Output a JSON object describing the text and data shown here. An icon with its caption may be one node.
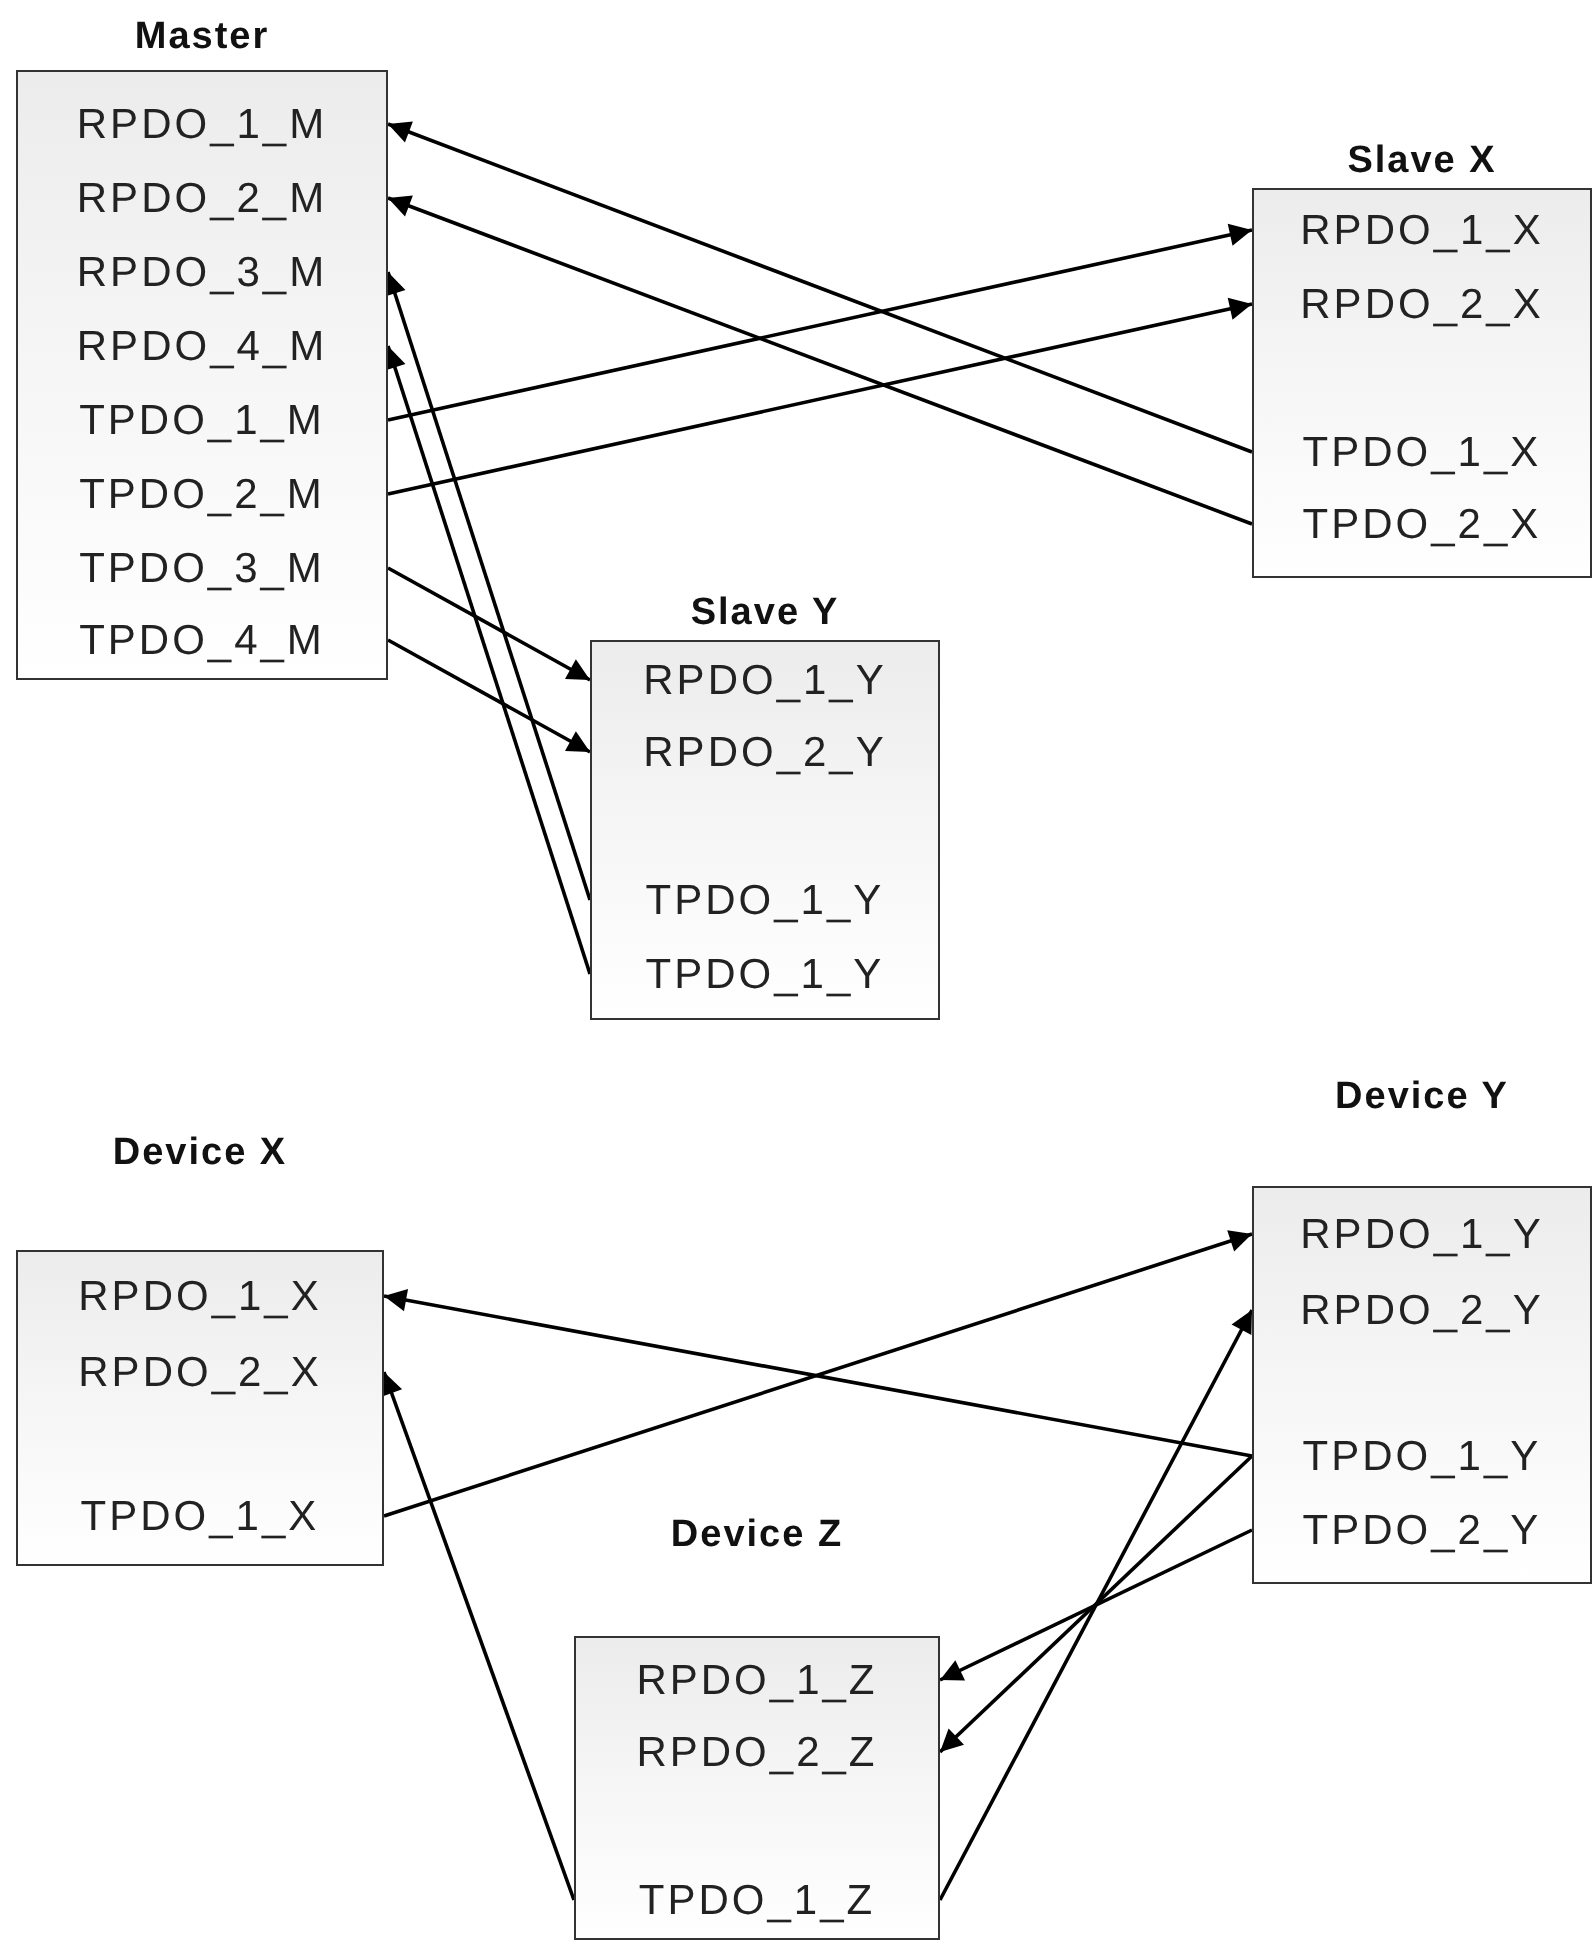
{
  "diagram": {
    "nodes": [
      {
        "text": [
          "Master"
        ]
      },
      {
        "text": [
          "RPDO_1_M"
        ],
        "in": 0
      },
      {
        "text": [
          "RPDO_2_M"
        ],
        "in": 0
      },
      {
        "text": [
          "RPDO_3_M"
        ],
        "in": 0
      },
      {
        "text": [
          "RPDO_4_M"
        ],
        "in": 0
      },
      {
        "text": [
          "TPDO_1_M"
        ],
        "in": 0
      },
      {
        "text": [
          "TPDO_2_M"
        ],
        "in": 0
      },
      {
        "text": [
          "TPDO_3_M"
        ],
        "in": 0
      },
      {
        "text": [
          "TPDO_4_M"
        ],
        "in": 0
      },
      {
        "text": [
          "Slave X"
        ]
      },
      {
        "text": [
          "RPDO_1_X"
        ],
        "in": 9
      },
      {
        "text": [
          "RPDO_2_X"
        ],
        "in": 9
      },
      {
        "text": [
          "TPDO_1_X"
        ],
        "in": 9
      },
      {
        "text": [
          "TPDO_2_X"
        ],
        "in": 9
      },
      {
        "text": [
          "Slave Y"
        ]
      },
      {
        "text": [
          "RPDO_1_Y"
        ],
        "in": 14
      },
      {
        "text": [
          "RPDO_2_Y"
        ],
        "in": 14
      },
      {
        "text": [
          "TPDO_1_Y"
        ],
        "in": 14
      },
      {
        "text": [
          "TPDO_1_Y"
        ],
        "in": 14
      },
      {
        "text": [
          "Device X"
        ]
      },
      {
        "text": [
          "RPDO_1_X"
        ],
        "in": 19
      },
      {
        "text": [
          "RPDO_2_X"
        ],
        "in": 19
      },
      {
        "text": [
          "TPDO_1_X"
        ],
        "in": 19
      },
      {
        "text": [
          "Device Y"
        ]
      },
      {
        "text": [
          "RPDO_1_Y"
        ],
        "in": 23
      },
      {
        "text": [
          "RPDO_2_Y"
        ],
        "in": 23
      },
      {
        "text": [
          "TPDO_1_Y"
        ],
        "in": 23
      },
      {
        "text": [
          "TPDO_2_Y"
        ],
        "in": 23
      },
      {
        "text": [
          "Device Z"
        ]
      },
      {
        "text": [
          "RPDO_1_Z"
        ],
        "in": 28
      },
      {
        "text": [
          "RPDO_2_Z"
        ],
        "in": 28
      },
      {
        "text": [
          "TPDO_1_Z"
        ],
        "in": 28
      }
    ],
    "edges": [
      {
        "from": 12,
        "to": 1,
        "arrow": "to"
      },
      {
        "from": 13,
        "to": 2,
        "arrow": "to"
      },
      {
        "from": 5,
        "to": 10,
        "arrow": "to"
      },
      {
        "from": 6,
        "to": 11,
        "arrow": "to"
      },
      {
        "from": 7,
        "to": 15,
        "arrow": "to"
      },
      {
        "from": 8,
        "to": 16,
        "arrow": "to"
      },
      {
        "from": 17,
        "to": 3,
        "arrow": "to"
      },
      {
        "from": 18,
        "to": 4,
        "arrow": "to"
      },
      {
        "from": 26,
        "to": 20,
        "arrow": "to"
      },
      {
        "from": 22,
        "to": 24,
        "arrow": "to"
      },
      {
        "from": 31,
        "to": 21,
        "arrow": "to"
      },
      {
        "from": 31,
        "to": 25,
        "arrow": "to"
      },
      {
        "from": 26,
        "to": 30,
        "arrow": "to"
      },
      {
        "from": 27,
        "to": 29,
        "arrow": "to"
      }
    ]
  }
}
